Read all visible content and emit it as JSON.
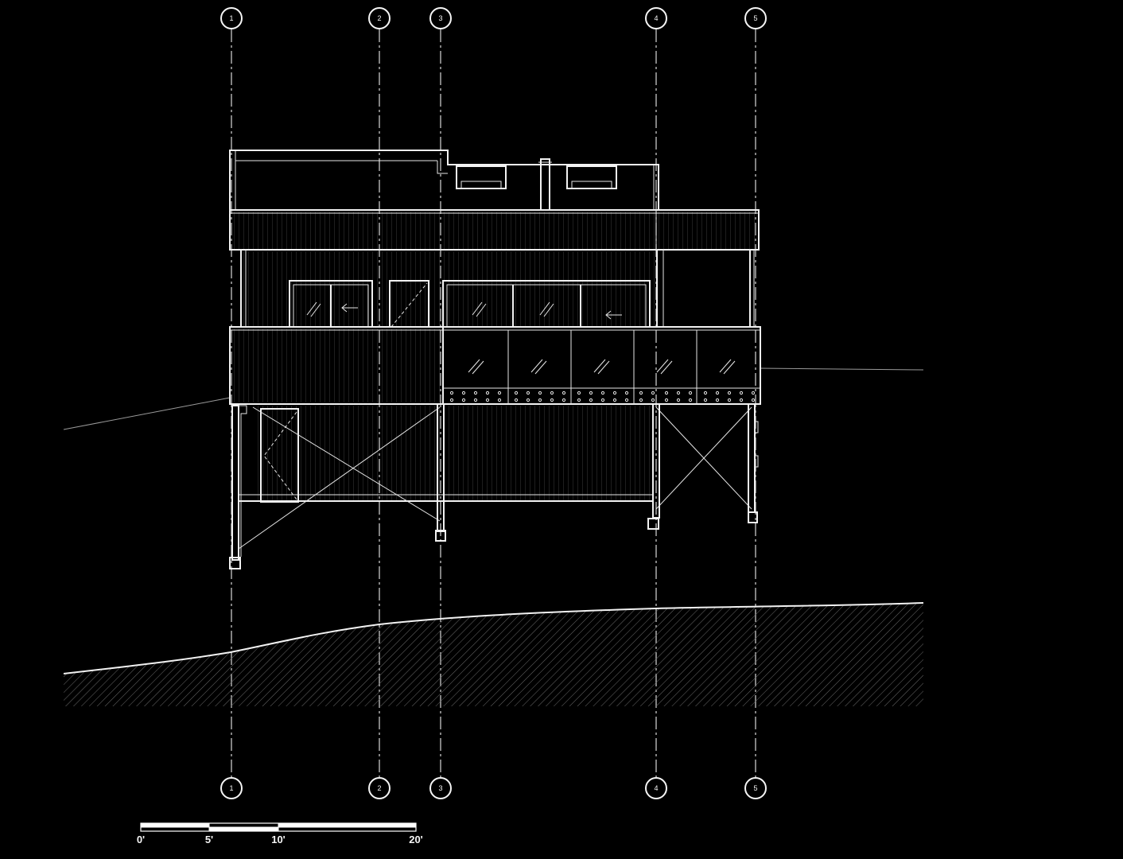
{
  "grid": {
    "labels": [
      "1",
      "2",
      "3",
      "4",
      "5"
    ]
  },
  "scale_bar": {
    "labels": [
      "0'",
      "5'",
      "10'",
      "20'"
    ]
  },
  "colors": {
    "background": "#000000",
    "linework": "#f2f2f2"
  }
}
